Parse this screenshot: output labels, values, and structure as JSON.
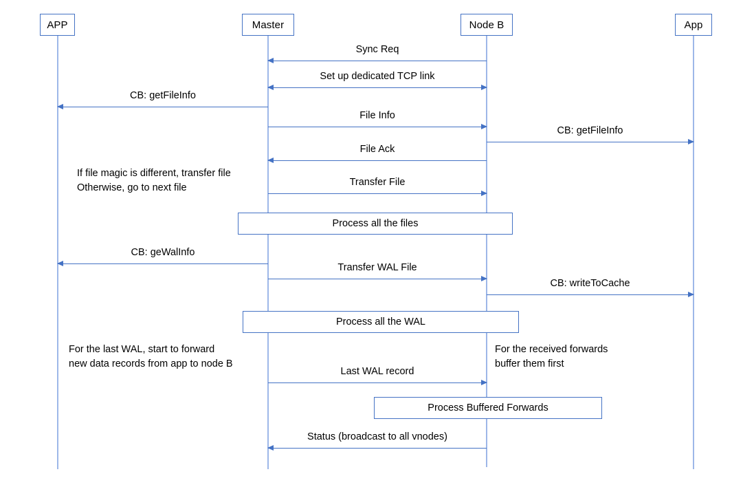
{
  "diagram": {
    "type": "sequence-diagram",
    "accent_color": "#4472c4",
    "lifeline_color": "#9db7e8",
    "text_color": "#000000",
    "background": "#ffffff"
  },
  "actors": [
    {
      "id": "app-left",
      "label": "APP"
    },
    {
      "id": "master",
      "label": "Master"
    },
    {
      "id": "node-b",
      "label": "Node B"
    },
    {
      "id": "app-right",
      "label": "App"
    }
  ],
  "messages": [
    {
      "id": "sync-req",
      "label": "Sync Req",
      "direction": "left",
      "from": "node-b",
      "to": "master"
    },
    {
      "id": "tcp-link",
      "label": "Set up dedicated TCP link",
      "direction": "both",
      "from": "master",
      "to": "node-b"
    },
    {
      "id": "cb-getfileinfo",
      "label": "CB: getFileInfo",
      "direction": "left",
      "from": "master",
      "to": "app-left"
    },
    {
      "id": "file-info",
      "label": "File Info",
      "direction": "right",
      "from": "master",
      "to": "node-b"
    },
    {
      "id": "cb-getfileinfo-r",
      "label": "CB: getFileInfo",
      "direction": "right",
      "from": "node-b",
      "to": "app-right"
    },
    {
      "id": "file-ack",
      "label": "File Ack",
      "direction": "left",
      "from": "node-b",
      "to": "master"
    },
    {
      "id": "transfer-file",
      "label": "Transfer File",
      "direction": "right",
      "from": "master",
      "to": "node-b"
    },
    {
      "id": "cb-gewalinfo",
      "label": "CB: geWalInfo",
      "direction": "left",
      "from": "master",
      "to": "app-left"
    },
    {
      "id": "transfer-wal",
      "label": "Transfer WAL File",
      "direction": "right",
      "from": "master",
      "to": "node-b"
    },
    {
      "id": "cb-writetocache",
      "label": "CB: writeToCache",
      "direction": "right",
      "from": "node-b",
      "to": "app-right"
    },
    {
      "id": "last-wal-record",
      "label": "Last WAL record",
      "direction": "right",
      "from": "master",
      "to": "node-b"
    },
    {
      "id": "status",
      "label": "Status (broadcast to all vnodes)",
      "direction": "left",
      "from": "node-b",
      "to": "master"
    }
  ],
  "process_boxes": [
    {
      "id": "process-all-files",
      "label": "Process all the files"
    },
    {
      "id": "process-all-wal",
      "label": "Process all the WAL"
    },
    {
      "id": "process-buffered-fwd",
      "label": "Process Buffered Forwards"
    }
  ],
  "notes": [
    {
      "id": "note-file-magic",
      "text": "If file magic is different, transfer file\nOtherwise, go to next file"
    },
    {
      "id": "note-last-wal",
      "text": "For the last WAL, start to forward\nnew data records from app to node B"
    },
    {
      "id": "note-buffer-first",
      "text": "For the received forwards\nbuffer them first"
    }
  ]
}
